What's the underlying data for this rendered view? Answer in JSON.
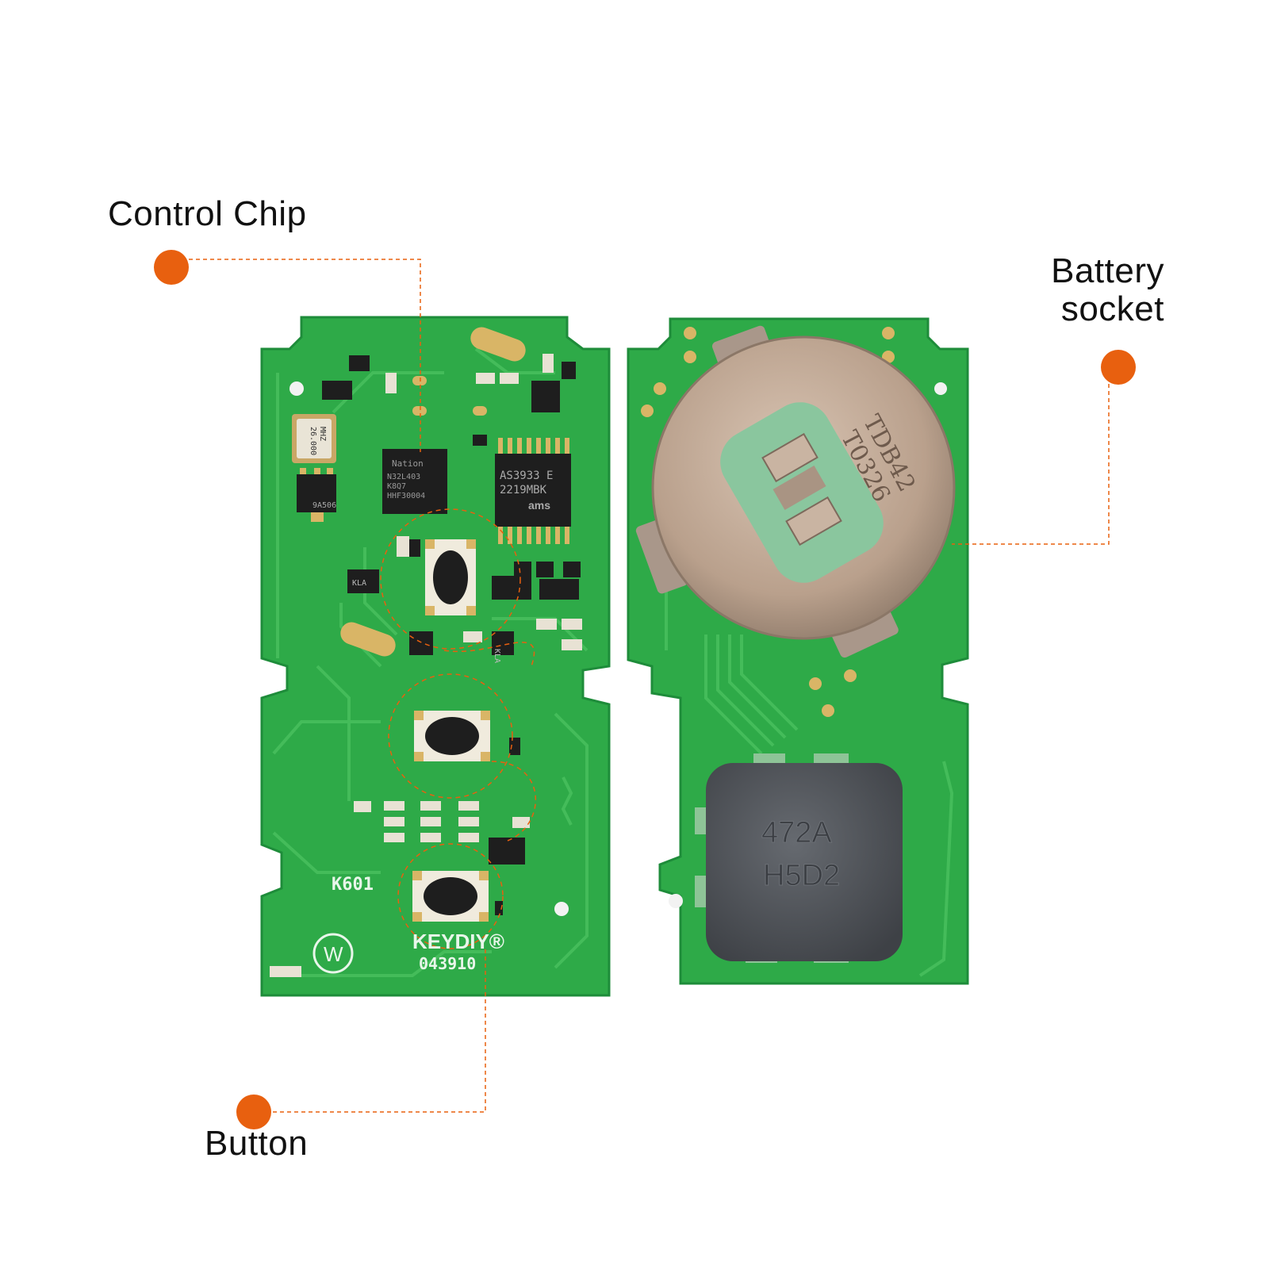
{
  "callouts": {
    "control_chip": "Control Chip",
    "battery_socket_line1": "Battery",
    "battery_socket_line2": "socket",
    "button": "Button"
  },
  "pcb_markings": {
    "crystal_line1": "26.000",
    "crystal_line2": "MHZ",
    "mcu_brand": "Nation",
    "mcu_line1": "N32L403",
    "mcu_line2": "K8Q7",
    "mcu_line3": "HHF30004",
    "rx_chip_line1": "AS3933 E",
    "rx_chip_line2": "2219MBK",
    "rx_chip_logo": "ams",
    "regulator": "9A506",
    "transistor_1": "KLA",
    "transistor_2": "KLA",
    "model": "K601",
    "brand": "KEYDIY®",
    "serial": "043910",
    "logo_letter": "W",
    "battery_line1": "TDB42",
    "battery_line2": "T0326",
    "coil_line1": "472A",
    "coil_line2": "H5D2"
  },
  "colors": {
    "accent_orange": "#E8600F",
    "pcb_green": "#2EAA48",
    "pcb_dark_green": "#17883A",
    "trace_green": "#46BE5C",
    "pad_gold": "#D9B566",
    "chip_black": "#1E1E1E",
    "battery_silver": "#BFA795",
    "coil_gray": "#4E5258"
  }
}
